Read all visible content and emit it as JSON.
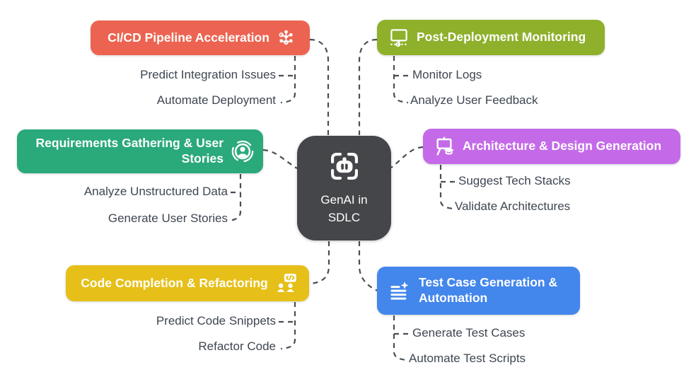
{
  "diagram_title": "GenAI in SDLC",
  "center": {
    "title": "GenAI in SDLC",
    "bg_color": "#454649",
    "icon": "robot-scan-icon"
  },
  "connector_color": "#4a4e54",
  "leaf_text_color": "#3e4651",
  "branches": [
    {
      "label": "CI/CD Pipeline Acceleration",
      "color": "#ec6451",
      "icon": "network-icon",
      "side": "left",
      "children": [
        "Predict Integration Issues",
        "Automate Deployment"
      ]
    },
    {
      "label": "Post-Deployment Monitoring",
      "color": "#8eb02b",
      "icon": "monitor-icon",
      "side": "right",
      "children": [
        "Monitor Logs",
        "Analyze User Feedback"
      ]
    },
    {
      "label": "Requirements Gathering & User Stories",
      "color": "#2aa97b",
      "icon": "user-circle-icon",
      "side": "left",
      "children": [
        "Analyze Unstructured Data",
        "Generate User Stories"
      ]
    },
    {
      "label": "Architecture & Design Generation",
      "color": "#c46ae8",
      "icon": "easel-icon",
      "side": "right",
      "children": [
        "Suggest Tech Stacks",
        "Validate Architectures"
      ]
    },
    {
      "label": "Code Completion & Refactoring",
      "color": "#e6c018",
      "icon": "code-people-icon",
      "side": "left",
      "children": [
        "Predict Code Snippets",
        "Refactor Code"
      ]
    },
    {
      "label": "Test Case Generation & Automation",
      "color": "#4386ec",
      "icon": "list-sparkle-icon",
      "side": "right",
      "children": [
        "Generate Test Cases",
        "Automate Test Scripts"
      ]
    }
  ]
}
